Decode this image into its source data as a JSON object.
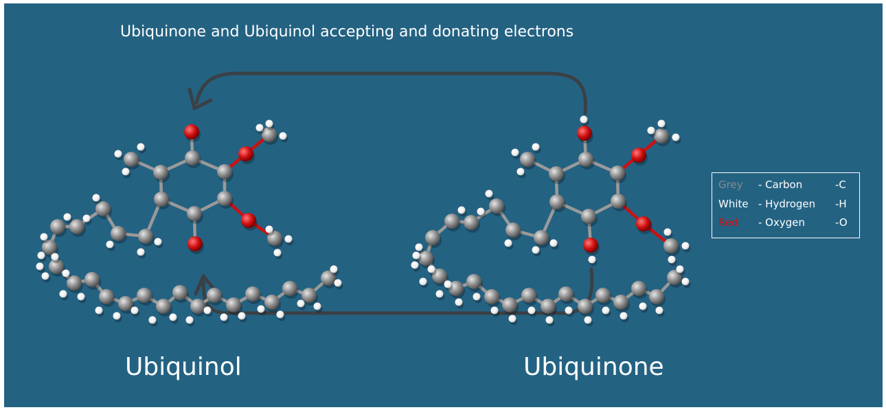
{
  "title": "Ubiquinone and Ubiquinol accepting and donating electrons",
  "molecules": {
    "left": "Ubiquinol",
    "right": "Ubiquinone"
  },
  "legend": [
    {
      "color_name": "Grey",
      "element": "- Carbon",
      "symbol": "-C",
      "color": "#8a8a8a"
    },
    {
      "color_name": "White",
      "element": "- Hydrogen",
      "symbol": "-H",
      "color": "#ffffff"
    },
    {
      "color_name": "Red",
      "element": "- Oxygen",
      "symbol": "-O",
      "color": "#cc1111"
    }
  ],
  "colors": {
    "background": "#246282",
    "carbon": "#8a8a8a",
    "hydrogen": "#ffffff",
    "oxygen": "#cc1111",
    "arrow": "#3a4046"
  }
}
